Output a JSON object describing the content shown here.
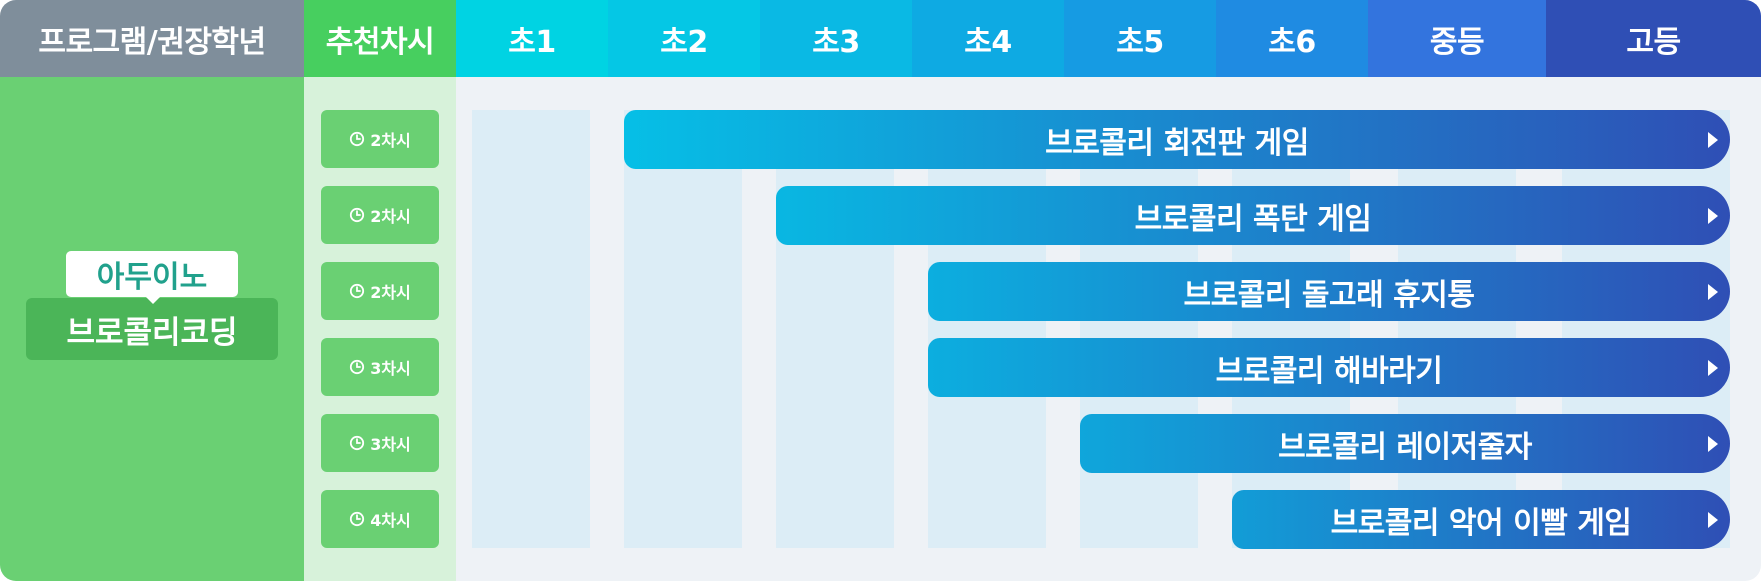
{
  "header": {
    "program_label": "프로그램/권장학년",
    "session_label": "추천차시",
    "grades": [
      "초1",
      "초2",
      "초3",
      "초4",
      "초5",
      "초6",
      "중등",
      "고등"
    ]
  },
  "program": {
    "subtitle": "아두이노",
    "title": "브로콜리코딩"
  },
  "sessions": [
    "2차시",
    "2차시",
    "2차시",
    "3차시",
    "3차시",
    "4차시"
  ],
  "courses": [
    {
      "name": "브로콜리 회전판 게임",
      "start_grade": "초2",
      "end_grade": "고등"
    },
    {
      "name": "브로콜리 폭탄 게임",
      "start_grade": "초3",
      "end_grade": "고등"
    },
    {
      "name": "브로콜리 돌고래 휴지통",
      "start_grade": "초4",
      "end_grade": "고등"
    },
    {
      "name": "브로콜리 해바라기",
      "start_grade": "초4",
      "end_grade": "고등"
    },
    {
      "name": "브로콜리 레이저줄자",
      "start_grade": "초5",
      "end_grade": "고등"
    },
    {
      "name": "브로콜리 악어 이빨 게임",
      "start_grade": "초6",
      "end_grade": "고등"
    }
  ],
  "icons": {
    "session": "clock-icon",
    "bar_end": "play-arrow-icon"
  },
  "colors": {
    "program_header": "#7f8e9b",
    "session_header": "#47cf5f",
    "program_column": "#6ad073",
    "session_column": "#d7f2da",
    "subtitle_text": "#21a18c",
    "bar_start": "#06bfe6",
    "bar_end": "#2f4fb5",
    "grade_header_colors": [
      "#00d3e3",
      "#05c7e5",
      "#0ab9e4",
      "#0eaae3",
      "#169be3",
      "#1f8be2",
      "#3374de",
      "#2f4fb5"
    ]
  }
}
